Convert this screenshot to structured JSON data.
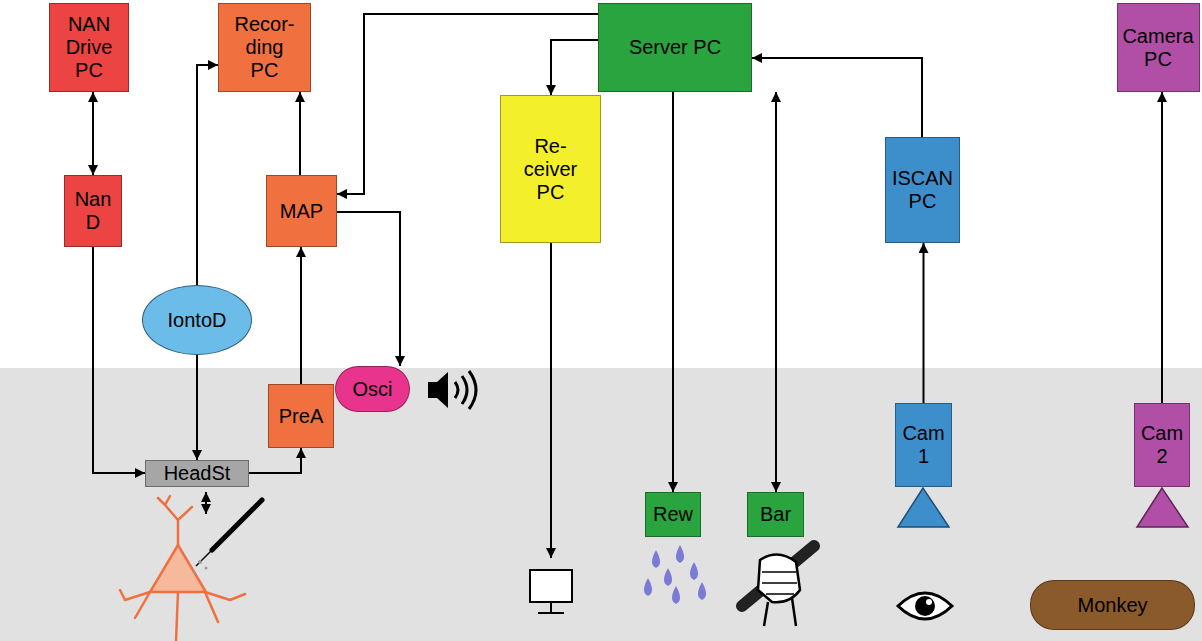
{
  "diagram": {
    "nodes": [
      {
        "text": [
          "NAN Drive PC"
        ]
      },
      {
        "text": [
          "Recor- ding PC"
        ]
      },
      {
        "text": [
          "Server PC"
        ]
      },
      {
        "text": [
          "Camera PC"
        ]
      },
      {
        "text": [
          "Nan D"
        ]
      },
      {
        "text": [
          "MAP"
        ]
      },
      {
        "text": [
          "Re- ceiver PC"
        ]
      },
      {
        "text": [
          "ISCAN PC"
        ]
      },
      {
        "text": [
          "IontoD"
        ]
      },
      {
        "text": [
          "Osci"
        ]
      },
      {
        "text": [
          "PreA"
        ]
      },
      {
        "text": [
          "HeadSt"
        ]
      },
      {
        "text": [
          "Rew"
        ]
      },
      {
        "text": [
          "Bar"
        ]
      },
      {
        "text": [
          "Cam 1"
        ]
      },
      {
        "text": [
          "Cam 2"
        ]
      },
      {
        "text": [
          "Monkey"
        ]
      }
    ],
    "edges": [
      {
        "from": 0,
        "to": 4,
        "arrow": "both"
      },
      {
        "from": 4,
        "to": 11,
        "arrow": "to"
      },
      {
        "from": 8,
        "to": 1,
        "arrow": "to"
      },
      {
        "from": 8,
        "to": 11,
        "arrow": "to"
      },
      {
        "from": 11,
        "to": 10,
        "arrow": "to"
      },
      {
        "from": 10,
        "to": 5,
        "arrow": "to"
      },
      {
        "from": 5,
        "to": 1,
        "arrow": "to"
      },
      {
        "from": 2,
        "to": 5,
        "arrow": "to"
      },
      {
        "from": 2,
        "to": 6,
        "arrow": "to"
      },
      {
        "from": 5,
        "to": 9,
        "arrow": "to"
      },
      {
        "from": 2,
        "to": 12,
        "arrow": "to"
      },
      {
        "from": 2,
        "to": 13,
        "arrow": "both"
      },
      {
        "from": 7,
        "to": 2,
        "arrow": "to"
      },
      {
        "from": 14,
        "to": 7,
        "arrow": "to"
      },
      {
        "from": 15,
        "to": 3,
        "arrow": "to"
      }
    ]
  }
}
